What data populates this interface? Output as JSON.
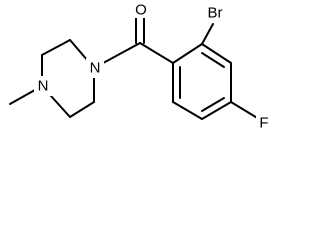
{
  "molecule": {
    "atoms": {
      "oxygen": "O",
      "bromine": "Br",
      "fluorine": "F",
      "piperazine_n_amide": "N",
      "piperazine_n_methyl": "N"
    }
  }
}
